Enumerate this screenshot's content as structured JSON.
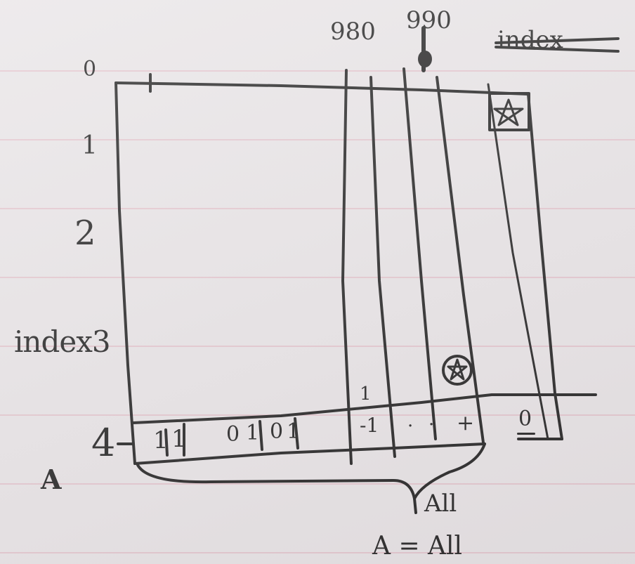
{
  "sheet": {
    "ink_color": "#1d1d1d",
    "paper_color": "#e8e4e6",
    "rule_color": "#dc96a5"
  },
  "row_labels": [
    "0",
    "1",
    "2",
    "index3",
    "4"
  ],
  "top_labels": {
    "col_a": "980",
    "col_b": "990",
    "struck": "index"
  },
  "bottom_row": {
    "cells": [
      "1",
      "1",
      "0",
      "1",
      "0",
      "1",
      "-1",
      "·",
      "·",
      "+",
      "0"
    ],
    "above_mark": "1"
  },
  "marks": {
    "cell_top_right": "star-icon",
    "cell_lower_right": "circled-star-icon"
  },
  "bracket_label": "All",
  "legend": "A = All",
  "corner_mark": "A"
}
